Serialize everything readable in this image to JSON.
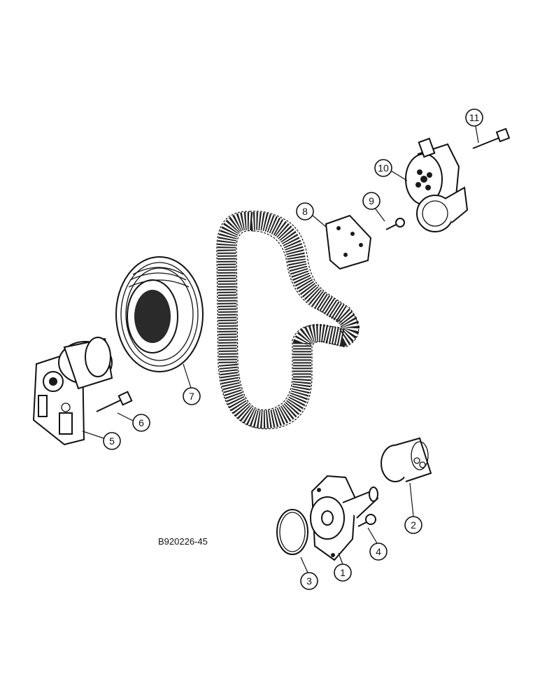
{
  "reference_code": "B920226-45",
  "callouts": [
    {
      "id": "1",
      "label": "1"
    },
    {
      "id": "2",
      "label": "2"
    },
    {
      "id": "3",
      "label": "3"
    },
    {
      "id": "4",
      "label": "4"
    },
    {
      "id": "5",
      "label": "5"
    },
    {
      "id": "6",
      "label": "6"
    },
    {
      "id": "7",
      "label": "7"
    },
    {
      "id": "8",
      "label": "8"
    },
    {
      "id": "9",
      "label": "9"
    },
    {
      "id": "10",
      "label": "10"
    },
    {
      "id": "11",
      "label": "11"
    }
  ]
}
